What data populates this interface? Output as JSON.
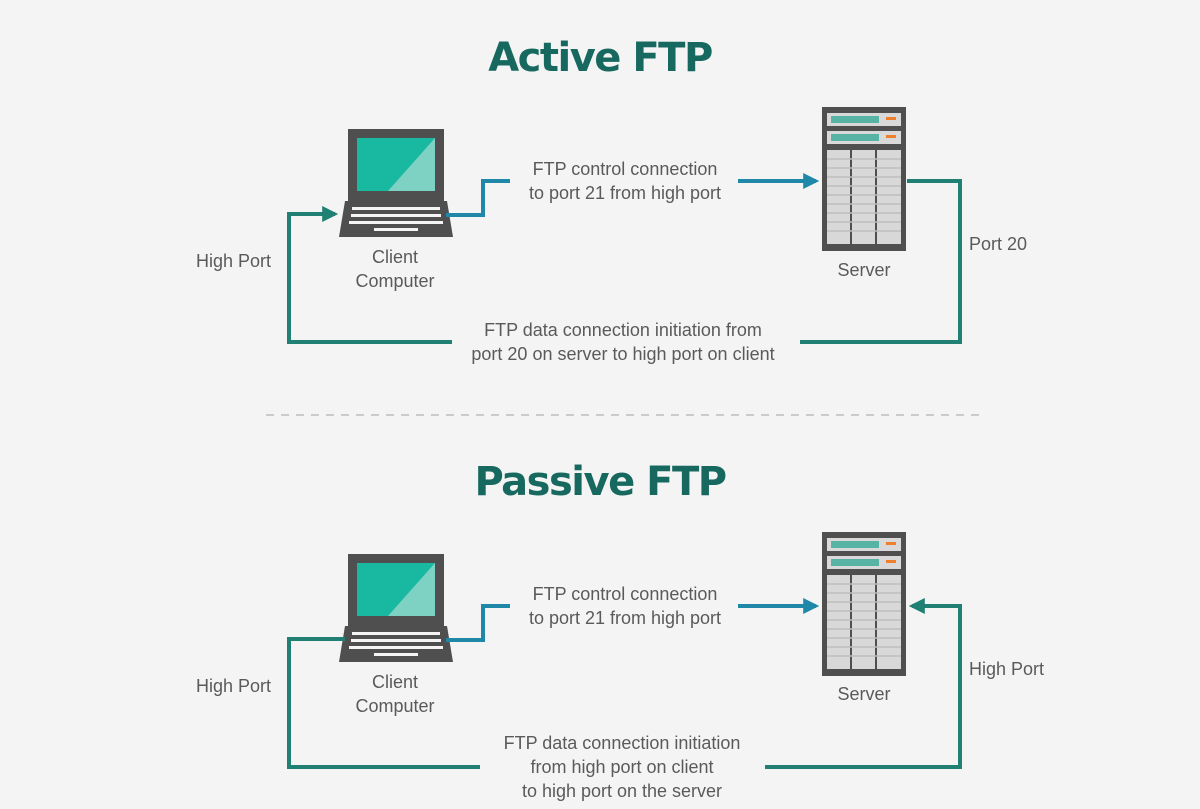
{
  "colors": {
    "title": "#17695f",
    "connector_teal": "#1f8073",
    "connector_blue": "#1f87a8",
    "text": "#5a5a5a",
    "screen": "#19b9a1",
    "device": "#4f4f4f",
    "divider": "#bdbdbd"
  },
  "icons": {
    "client": "laptop-icon",
    "server": "server-rack-icon"
  },
  "active": {
    "title": "Active FTP",
    "client_label_1": "Client",
    "client_label_2": "Computer",
    "server_label": "Server",
    "control_line_1": "FTP control connection",
    "control_line_2": "to port 21 from high port",
    "left_port": "High Port",
    "right_port": "Port 20",
    "data_line_1": "FTP data connection initiation from",
    "data_line_2": "port 20 on server to high port on client"
  },
  "passive": {
    "title": "Passive FTP",
    "client_label_1": "Client",
    "client_label_2": "Computer",
    "server_label": "Server",
    "control_line_1": "FTP control connection",
    "control_line_2": "to port 21 from high port",
    "left_port": "High Port",
    "right_port": "High Port",
    "data_line_1": "FTP data connection initiation",
    "data_line_2": "from high port on client",
    "data_line_3": "to high port on the server"
  }
}
